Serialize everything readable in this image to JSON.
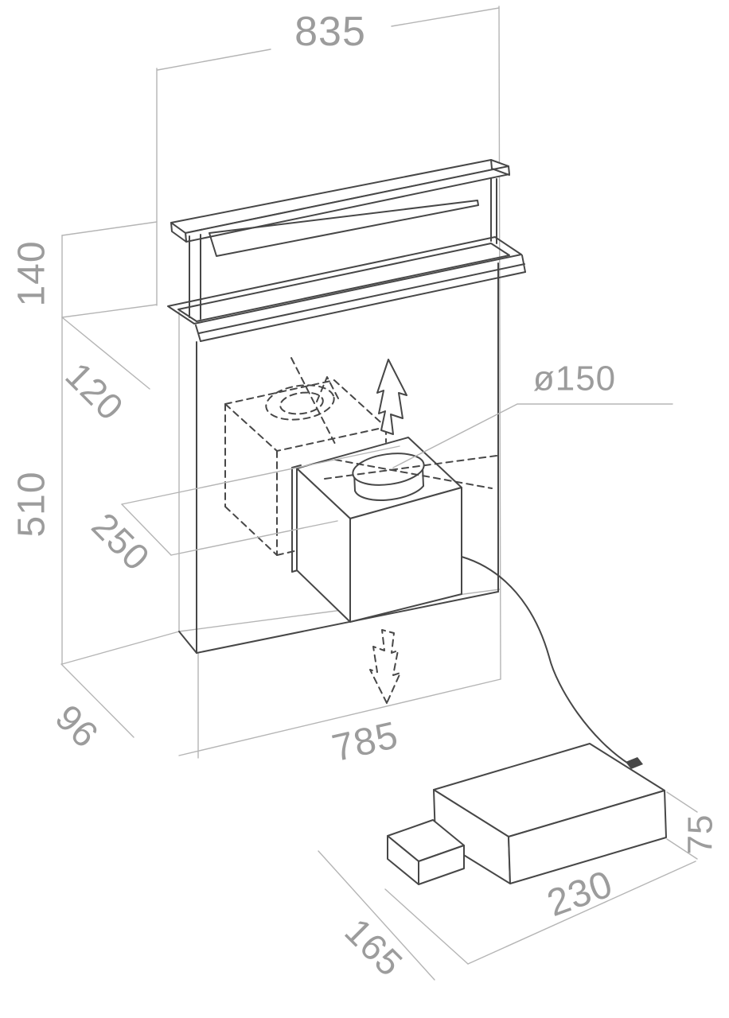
{
  "labels": {
    "d835": "835",
    "d140": "140",
    "d120": "120",
    "d510": "510",
    "d250": "250",
    "d150": "ø150",
    "d785": "785",
    "d96": "96",
    "d165": "165",
    "d230": "230",
    "d75": "75"
  },
  "colors": {
    "background": "#ffffff",
    "object_line": "#474747",
    "dimension_line": "#b5b5b5",
    "dimension_text": "#9c9c9c"
  }
}
